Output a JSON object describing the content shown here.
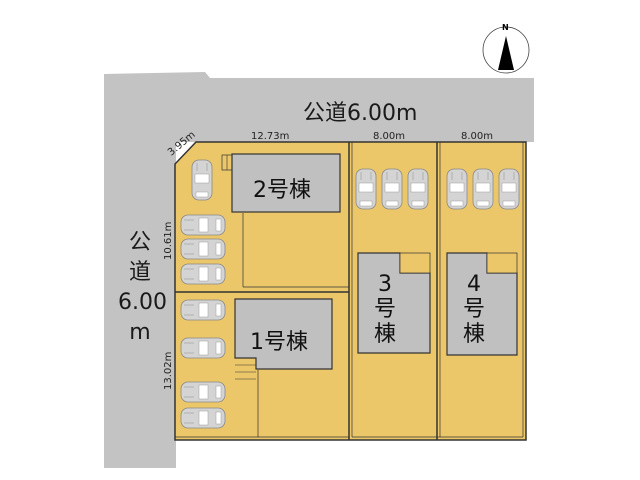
{
  "compass": {
    "label": "N"
  },
  "roads": {
    "north": {
      "label": "公道6.00m"
    },
    "west": {
      "line1": "公",
      "line2": "道",
      "line3": "6.00",
      "line4": "m"
    }
  },
  "dimensions": {
    "corner_cut": "3.95m",
    "lot12_frontage": "12.73m",
    "lot3_frontage": "8.00m",
    "lot4_frontage": "8.00m",
    "lot2_depth": "10.61m",
    "lot1_depth": "13.02m"
  },
  "buildings": [
    {
      "id": 1,
      "label": "1号棟"
    },
    {
      "id": 2,
      "label": "2号棟"
    },
    {
      "id": 3,
      "num": "3",
      "go": "号",
      "to": "棟"
    },
    {
      "id": 4,
      "num": "4",
      "go": "号",
      "to": "棟"
    }
  ],
  "colors": {
    "road": "#c3c3c3",
    "lot": "#ecc76a",
    "building": "#c0c0c0",
    "line": "#333333"
  }
}
